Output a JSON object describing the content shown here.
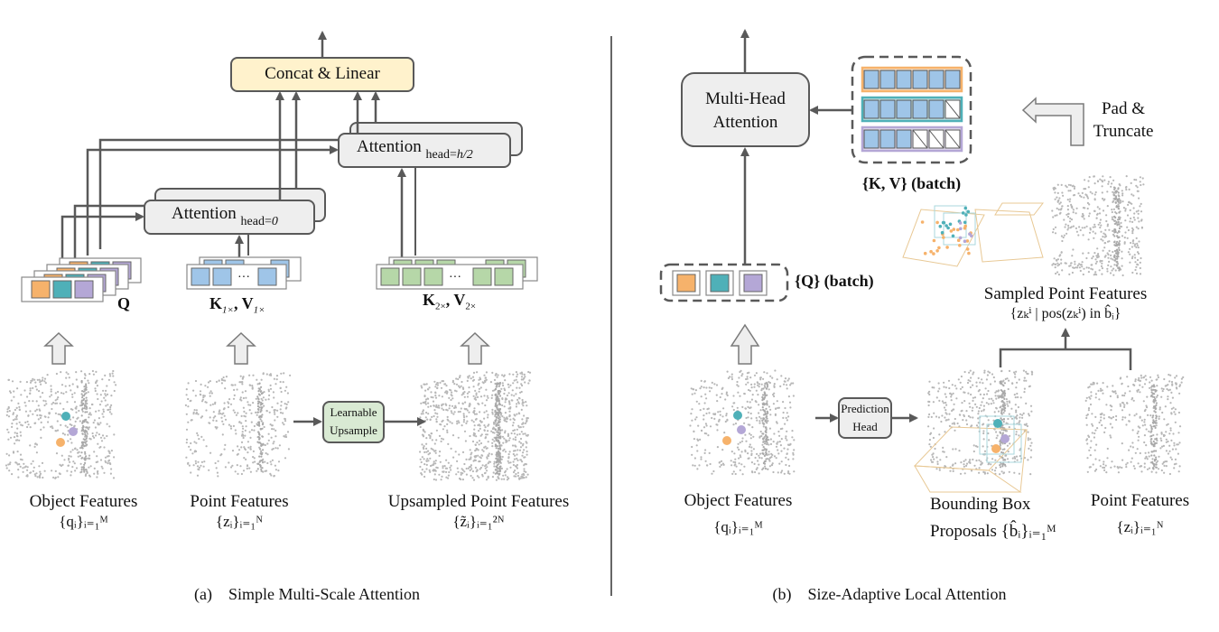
{
  "figure": {
    "panel_a": {
      "concat_label": "Concat & Linear",
      "attention_label": "Attention",
      "head0_sub": "head=",
      "head0_val": "0",
      "headh2_sub": "head=",
      "headh2_val": "h/2",
      "q_label": "Q",
      "kv1_k": "K",
      "kv1_ksub": "1×",
      "kv1_v": "V",
      "kv1_vsub": "1×",
      "kv2_k": "K",
      "kv2_ksub": "2×",
      "kv2_v": "V",
      "kv2_vsub": "2×",
      "ellipsis": "···",
      "upsample_line1": "Learnable",
      "upsample_line2": "Upsample",
      "object_features": "Object Features",
      "object_math": "{qᵢ}ᵢ₌₁ᴹ",
      "point_features": "Point Features",
      "point_math": "{zᵢ}ᵢ₌₁ᴺ",
      "upsampled_features": "Upsampled Point Features",
      "upsampled_math": "{z̃ᵢ}ᵢ₌₁²ᴺ",
      "caption_tag": "(a)",
      "caption": "Simple Multi-Scale Attention"
    },
    "panel_b": {
      "mha_line1": "Multi-Head",
      "mha_line2": "Attention",
      "kv_batch": "{K, V} (batch)",
      "q_batch": "{Q} (batch)",
      "pad_line1": "Pad &",
      "pad_line2": "Truncate",
      "sampled_label": "Sampled Point Features",
      "sampled_math": "{zₖⁱ | pos(zₖⁱ) in b̂ᵢ}",
      "pred_line1": "Prediction",
      "pred_line2": "Head",
      "object_features": "Object Features",
      "object_math": "{qᵢ}ᵢ₌₁ᴹ",
      "bbox_line1": "Bounding Box",
      "bbox_line2": "Proposals {b̂ᵢ}ᵢ₌₁ᴹ",
      "point_features": "Point Features",
      "point_math": "{zᵢ}ᵢ₌₁ᴺ",
      "kv_rows_filled": [
        6,
        5,
        3
      ],
      "kv_row_length": 6,
      "caption_tag": "(b)",
      "caption": "Size-Adaptive Local Attention"
    },
    "colors": {
      "orange": "#f6b26b",
      "teal": "#4fb0b8",
      "purple": "#b4a7d6",
      "blue": "#9fc5e8",
      "green": "#b6d7a8",
      "concat_fill": "#fff2cc",
      "box_fill": "#eeeeee",
      "line": "#595959",
      "points": "#b7b7b7"
    }
  }
}
